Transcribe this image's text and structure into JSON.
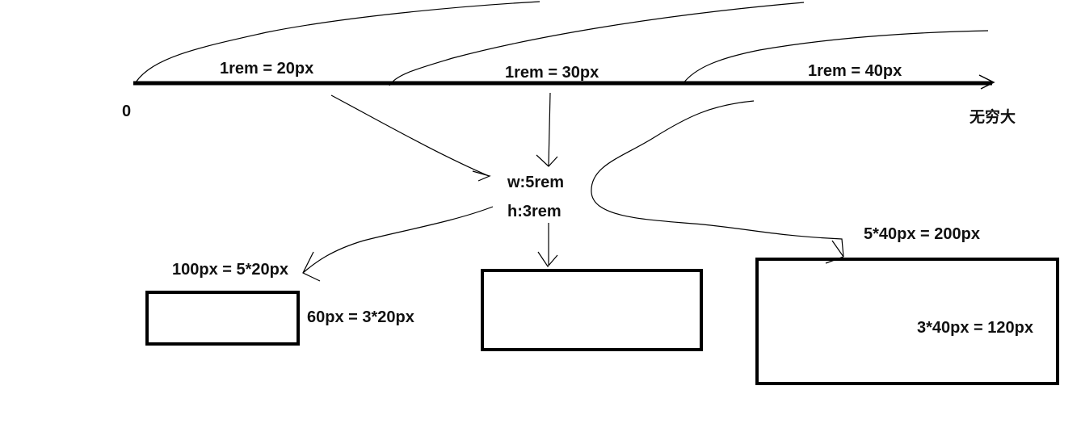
{
  "scale": {
    "start_label": "0",
    "end_label": "无穷大",
    "segments": [
      {
        "label": "1rem = 20px"
      },
      {
        "label": "1rem = 30px"
      },
      {
        "label": "1rem = 40px"
      }
    ]
  },
  "element": {
    "width_label": "w:5rem",
    "height_label": "h:3rem"
  },
  "results": [
    {
      "width_calc": "100px = 5*20px",
      "height_calc": "60px = 3*20px"
    },
    {
      "width_calc": "",
      "height_calc": ""
    },
    {
      "width_calc": "5*40px = 200px",
      "height_calc": "3*40px = 120px"
    }
  ],
  "colors": {
    "ink": "#000000",
    "background": "#ffffff"
  }
}
